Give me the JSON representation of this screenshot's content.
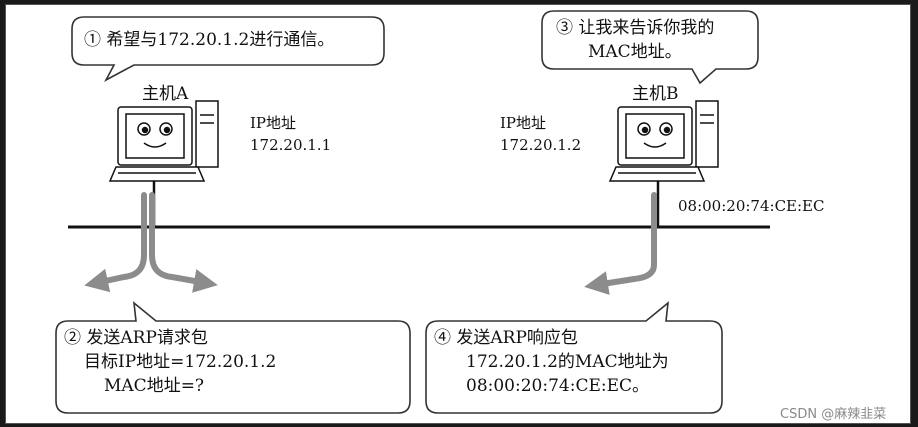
{
  "bubbles": {
    "b1": "① 希望与172.20.1.2进行通信。",
    "b3": [
      "③ 让我来告诉你我的",
      "MAC地址。"
    ],
    "b2": [
      "② 发送ARP请求包",
      "目标IP地址=172.20.1.2",
      "MAC地址=?"
    ],
    "b4": [
      "④ 发送ARP响应包",
      "172.20.1.2的MAC地址为",
      "08:00:20:74:CE:EC。"
    ]
  },
  "hosts": {
    "a": {
      "name": "主机A",
      "ip_label": "IP地址",
      "ip": "172.20.1.1"
    },
    "b": {
      "name": "主机B",
      "ip_label": "IP地址",
      "ip": "172.20.1.2",
      "mac": "08:00:20:74:CE:EC"
    }
  },
  "watermark": "CSDN @麻辣韭菜"
}
